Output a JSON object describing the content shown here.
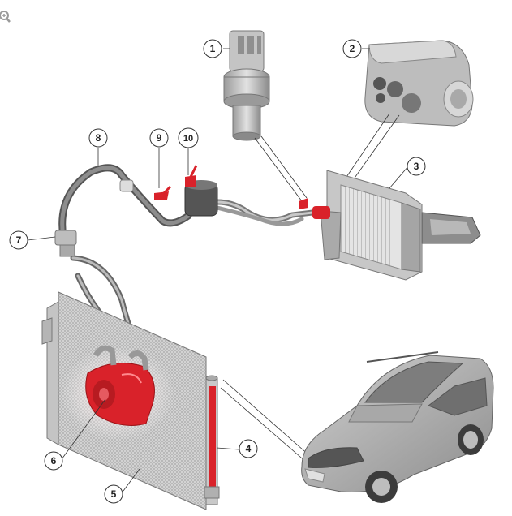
{
  "callouts": [
    {
      "id": "1",
      "label": "1"
    },
    {
      "id": "2",
      "label": "2"
    },
    {
      "id": "3",
      "label": "3"
    },
    {
      "id": "4",
      "label": "4"
    },
    {
      "id": "5",
      "label": "5"
    },
    {
      "id": "6",
      "label": "6"
    },
    {
      "id": "7",
      "label": "7"
    },
    {
      "id": "8",
      "label": "8"
    },
    {
      "id": "9",
      "label": "9"
    },
    {
      "id": "10",
      "label": "10"
    }
  ],
  "toolbar": {
    "zoom_icon": "zoom-in-icon"
  },
  "colors": {
    "part_gray": "#b9b9b9",
    "part_dark": "#6a6a6a",
    "highlight_red": "#d9222a",
    "line": "#333333"
  }
}
